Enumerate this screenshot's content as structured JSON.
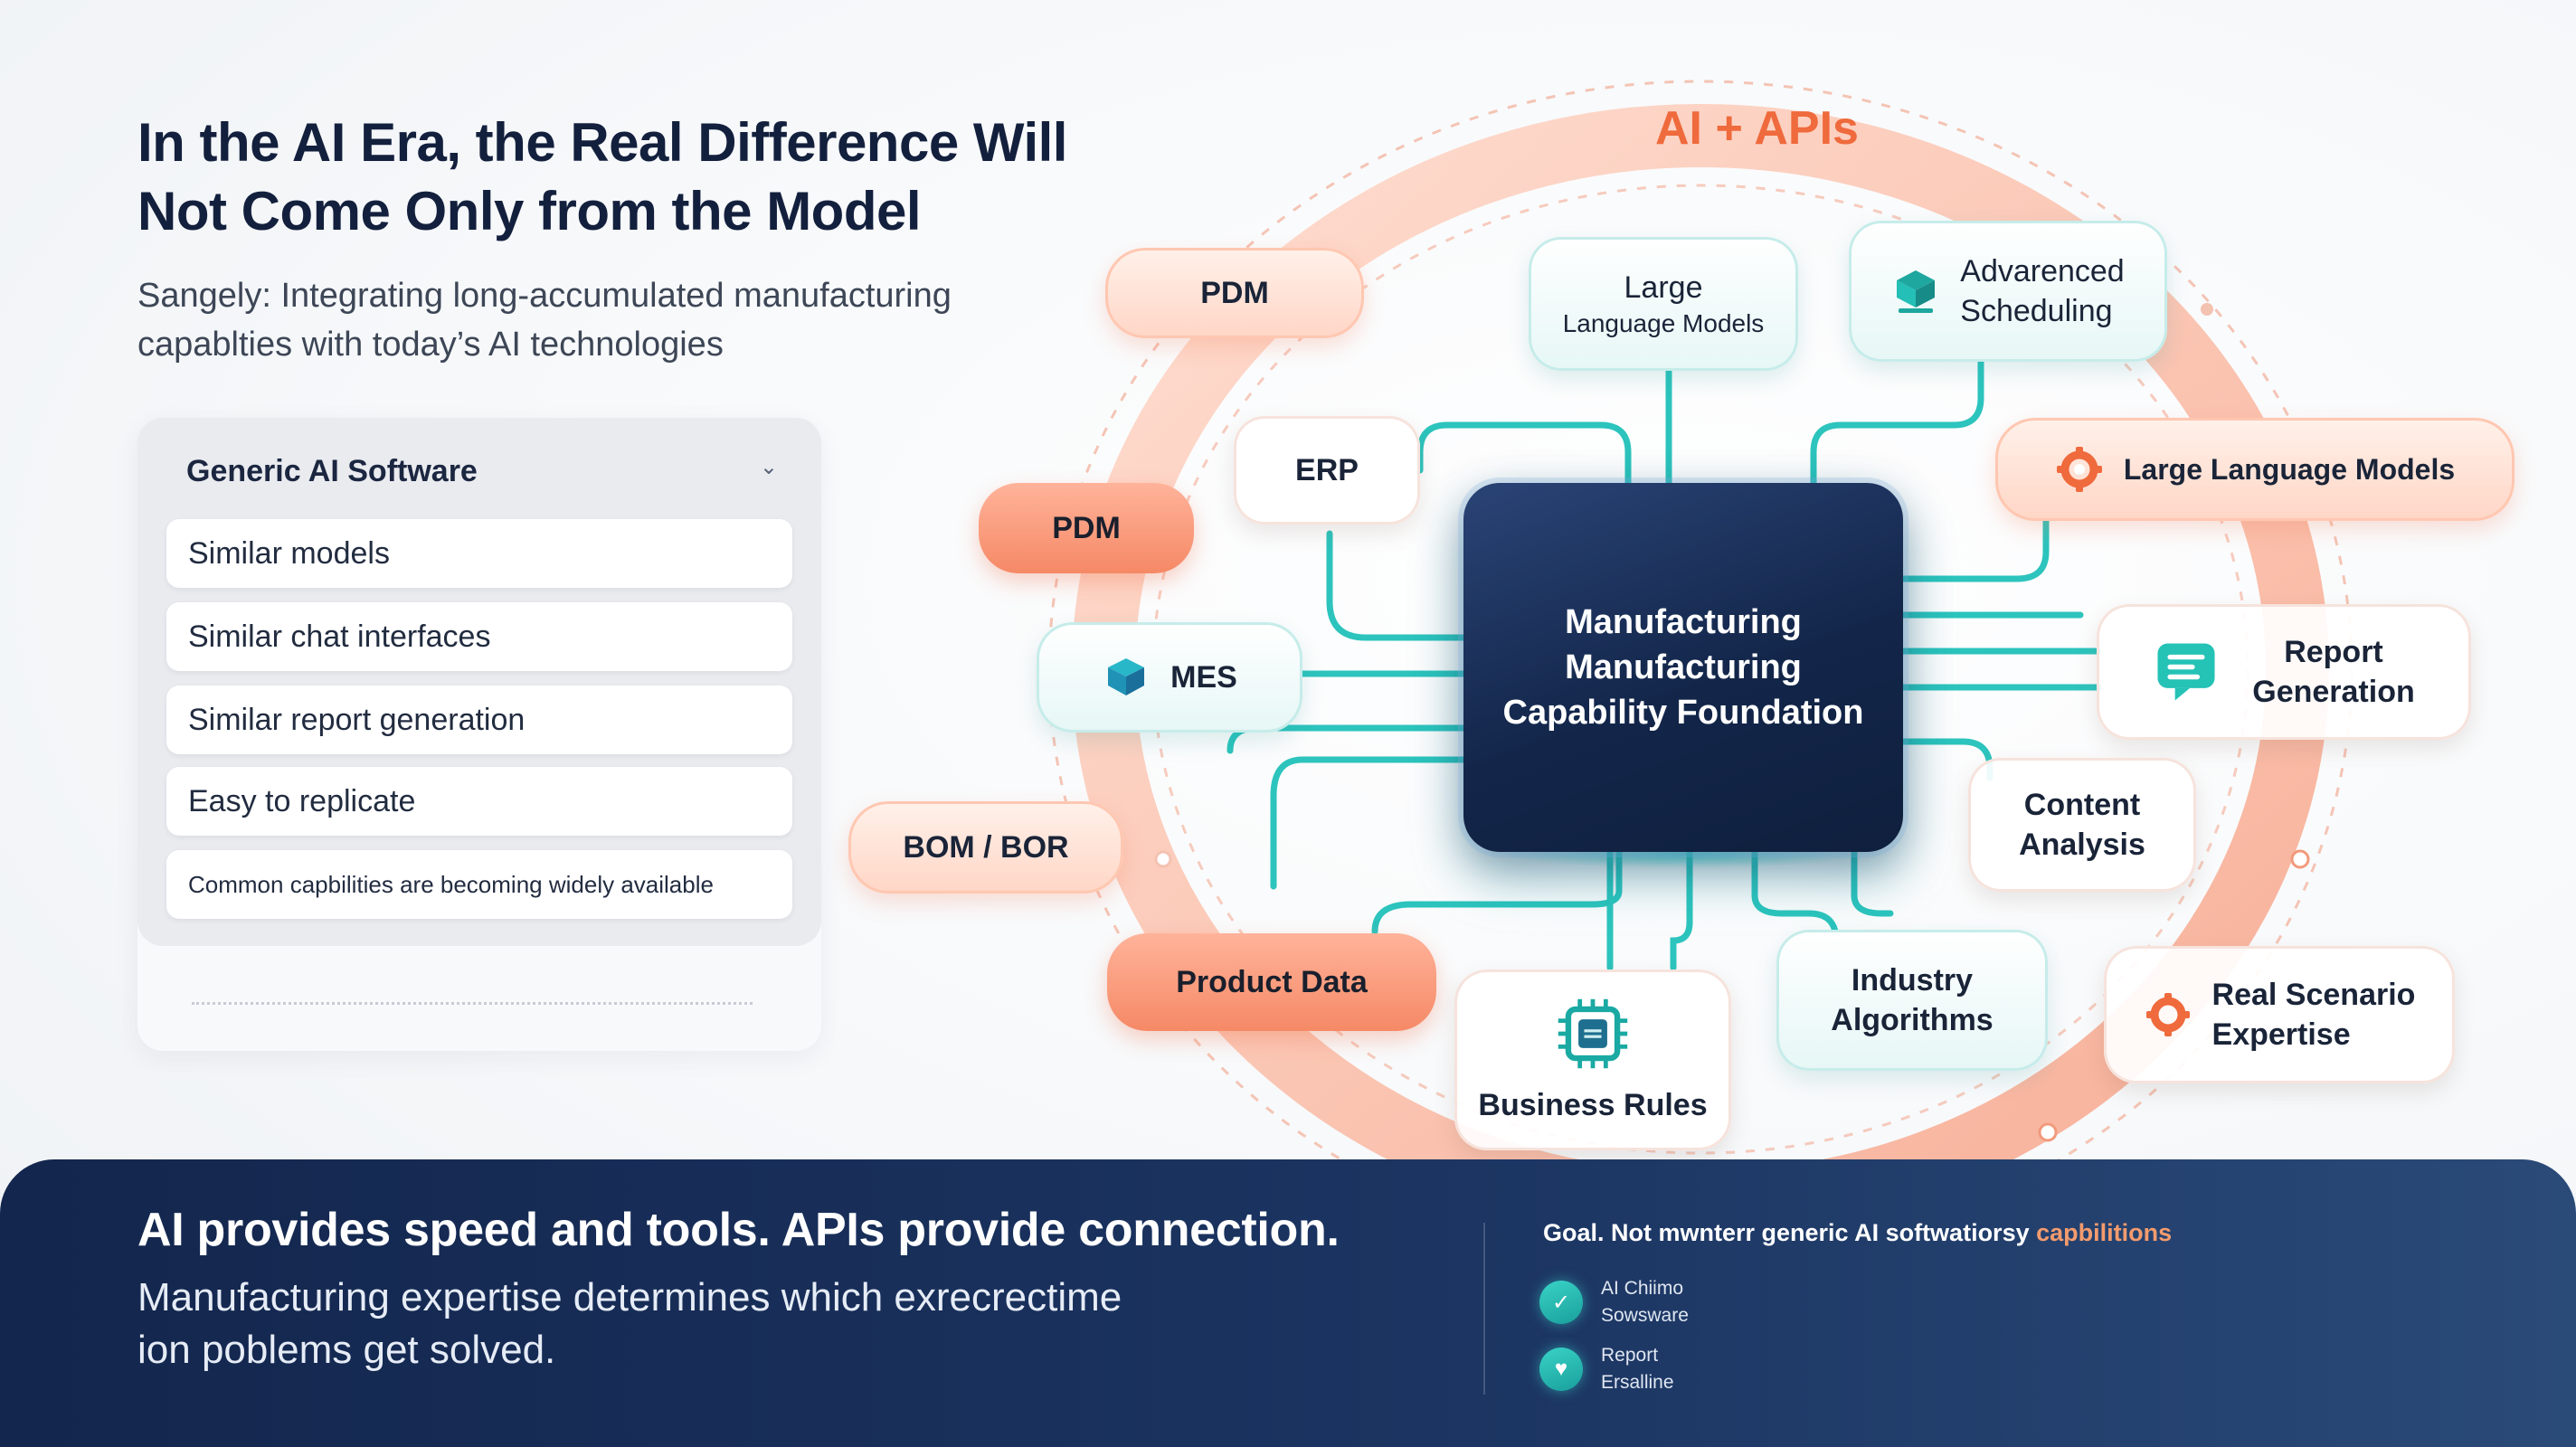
{
  "header": {
    "title_line1": "In the AI Era, the Real Difference Will",
    "title_line2": "Not Come Only from the Model",
    "subtitle_line1": "Sangely: Integrating long-accumulated manufacturing",
    "subtitle_line2": "capablties with today’s AI technologies"
  },
  "panel": {
    "title": "Generic AI Software",
    "chevron": "⌄",
    "items": [
      "Similar models",
      "Similar chat interfaces",
      "Similar report generation",
      "Easy to replicate",
      "Common capbilities are becoming widely available"
    ]
  },
  "diagram": {
    "ring_label": "AI + APIs",
    "core_lines": [
      "Manufacturing",
      "Manufacturing",
      "Capability Foundation"
    ],
    "nodes": {
      "pdm_top": "PDM",
      "llm_top_1": "Large",
      "llm_top_2": "Language Models",
      "advanced_1": "Advarenced",
      "advanced_2": "Scheduling",
      "erp": "ERP",
      "pdm_left": "PDM",
      "llm_right": "Large Language Models",
      "mes": "MES",
      "report_1": "Report",
      "report_2": "Generation",
      "bom": "BOM / BOR",
      "content_1": "Content",
      "content_2": "Analysis",
      "product_data": "Product Data",
      "business_rules": "Business Rules",
      "industry_1": "Industry",
      "industry_2": "Algorithms",
      "real_1": "Real Scenario",
      "real_2": "Expertise"
    },
    "colors": {
      "orange": "#ef6a3c",
      "teal": "#2cc4bd",
      "navy": "#13264a"
    }
  },
  "footer": {
    "headline": "AI provides speed and tools. APIs provide connection.",
    "body_line1": "Manufacturing expertise determines which exrecrectime",
    "body_line2": "ion poblems get solved.",
    "goal_prefix": "Goal. Not mwnterr generic AI softwatiorsy ",
    "goal_highlight": "capbilitions",
    "items": [
      {
        "line1": "AI Chiimo",
        "line2": "Sowsware"
      },
      {
        "line1": "Report",
        "line2": "Ersalline"
      }
    ]
  }
}
